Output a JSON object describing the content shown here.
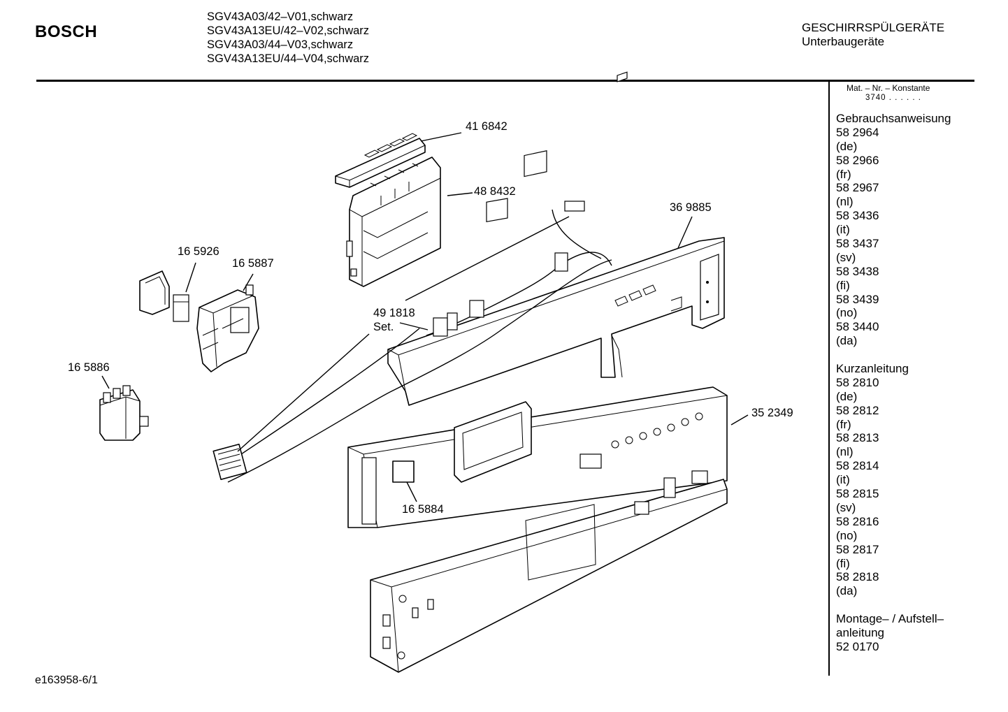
{
  "header": {
    "brand": "BOSCH",
    "models": [
      "SGV43A03/42–V01,schwarz",
      "SGV43A13EU/42–V02,schwarz",
      "SGV43A03/44–V03,schwarz",
      "SGV43A13EU/44–V04,schwarz"
    ],
    "category": "GESCHIRRSPÜLGERÄTE",
    "subcategory": "Unterbaugeräte"
  },
  "sidebar": {
    "mat_label": "Mat. – Nr. – Konstante",
    "mat_value": "3740 . . . . . .",
    "sections": [
      {
        "title": "Gebrauchsanweisung",
        "entries": [
          "58 2964",
          "(de)",
          "58 2966",
          "(fr)",
          "58 2967",
          "(nl)",
          "58 3436",
          "(it)",
          "58 3437",
          "(sv)",
          "58 3438",
          "(fi)",
          "58 3439",
          "(no)",
          "58 3440",
          "(da)"
        ]
      },
      {
        "title": "Kurzanleitung",
        "entries": [
          "58 2810",
          "(de)",
          "58 2812",
          "(fr)",
          "58 2813",
          "(nl)",
          "58 2814",
          "(it)",
          "58 2815",
          "(sv)",
          "58 2816",
          "(no)",
          "58 2817",
          "(fi)",
          "58 2818",
          "(da)"
        ]
      },
      {
        "title": "Montage– / Aufstell–",
        "entries": [
          "anleitung",
          "52 0170"
        ]
      }
    ]
  },
  "parts": {
    "p416842": "41 6842",
    "p488432": "48 8432",
    "p369885": "36 9885",
    "p165926": "16 5926",
    "p165887": "16 5887",
    "p491818": "49 1818",
    "p491818_set": "Set.",
    "p165886": "16 5886",
    "p352349": "35 2349",
    "p165884": "16 5884"
  },
  "footer": {
    "drawing_id": "e163958-6/1"
  }
}
